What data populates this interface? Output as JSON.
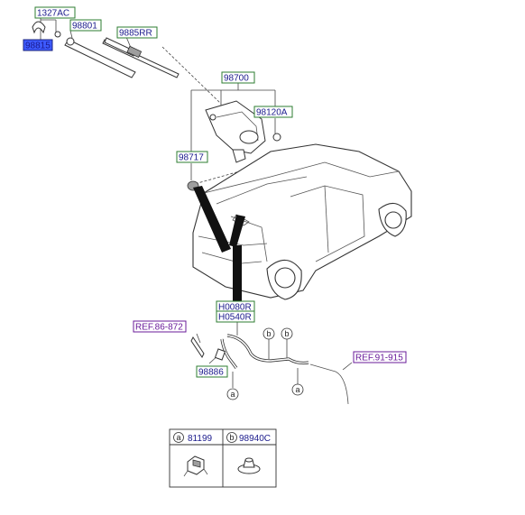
{
  "parts": {
    "p1327AC": "1327AC",
    "p98815": "98815",
    "p98801": "98801",
    "p9885RR": "9885RR",
    "p98700": "98700",
    "p98120A": "98120A",
    "p98717": "98717",
    "h0080r": "H0080R",
    "h0540r": "H0540R",
    "p98886": "98886"
  },
  "refs": {
    "ref86": "REF.86-872",
    "ref91": "REF.91-915"
  },
  "markers": {
    "a": "a",
    "b": "b"
  },
  "legend": {
    "a_letter": "a",
    "a_part": "81199",
    "b_letter": "b",
    "b_part": "98940C"
  },
  "colors": {
    "label_text": "#1a1a8c",
    "label_border": "#2e7d32",
    "selected_fill": "#3d5afe",
    "ref_text": "#6a1b9a"
  }
}
